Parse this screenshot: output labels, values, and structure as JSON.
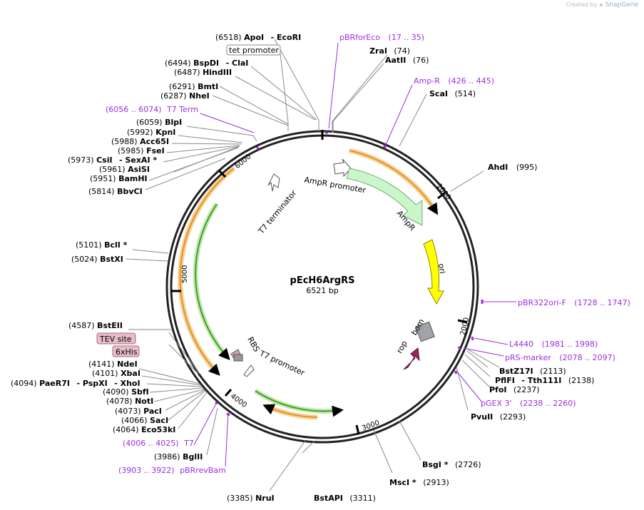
{
  "app": {
    "credit_prefix": "Created by",
    "brand": "SnapGene",
    "logo_icon": "snapgene-logo-icon"
  },
  "plasmid": {
    "name": "pEcH6ArgRS",
    "length": "6521 bp"
  },
  "ticks": [
    "1000",
    "2000",
    "3000",
    "4000",
    "5000",
    "6000"
  ],
  "features": {
    "ampr_promoter": "AmpR promoter",
    "ampr": "AmpR",
    "ori": "ori",
    "bom": "bom",
    "rop": "rop",
    "t7_terminator": "T7 terminator",
    "rbs": "RBS",
    "t7_promoter": "T7 promoter"
  },
  "boxed": {
    "tet_promoter": "tet promoter",
    "tev_site": "TEV site",
    "his6": "6xHis"
  },
  "sites": [
    {
      "pos": "(6518)",
      "name": "ApoI",
      "name2": "- EcoRI"
    },
    {
      "pos": "(74)",
      "name": "ZraI"
    },
    {
      "pos": "(76)",
      "name": "AatII"
    },
    {
      "pos": "(514)",
      "name": "ScaI"
    },
    {
      "pos": "(995)",
      "name": "AhdI"
    },
    {
      "pos": "(6494)",
      "name": "BspDI",
      "name2": "- ClaI"
    },
    {
      "pos": "(6487)",
      "name": "HindIII"
    },
    {
      "pos": "(6291)",
      "name": "BmtI"
    },
    {
      "pos": "(6287)",
      "name": "NheI"
    },
    {
      "pos": "(6059)",
      "name": "BlpI"
    },
    {
      "pos": "(5992)",
      "name": "KpnI"
    },
    {
      "pos": "(5988)",
      "name": "Acc65I"
    },
    {
      "pos": "(5985)",
      "name": "FseI"
    },
    {
      "pos": "(5973)",
      "name": "CsiI",
      "name2": "- SexAI *"
    },
    {
      "pos": "(5961)",
      "name": "AsiSI"
    },
    {
      "pos": "(5951)",
      "name": "BamHI"
    },
    {
      "pos": "(5814)",
      "name": "BbvCI"
    },
    {
      "pos": "(5101)",
      "name": "BclI *"
    },
    {
      "pos": "(5024)",
      "name": "BstXI"
    },
    {
      "pos": "(4587)",
      "name": "BstEII"
    },
    {
      "pos": "(4141)",
      "name": "NdeI"
    },
    {
      "pos": "(4101)",
      "name": "XbaI"
    },
    {
      "pos": "(4094)",
      "name": "PaeR7I",
      "name2": "- PspXI",
      "name3": "- XhoI"
    },
    {
      "pos": "(4090)",
      "name": "SbfI"
    },
    {
      "pos": "(4078)",
      "name": "NotI"
    },
    {
      "pos": "(4073)",
      "name": "PacI"
    },
    {
      "pos": "(4066)",
      "name": "SacI"
    },
    {
      "pos": "(4064)",
      "name": "Eco53kI"
    },
    {
      "pos": "(3986)",
      "name": "BglII"
    },
    {
      "pos": "(3385)",
      "name": "NruI"
    },
    {
      "pos": "(3311)",
      "name": "BstAPI"
    },
    {
      "pos": "(2913)",
      "name": "MscI *"
    },
    {
      "pos": "(2726)",
      "name": "BsgI *"
    },
    {
      "pos": "(2293)",
      "name": "PvuII"
    },
    {
      "pos": "(2237)",
      "name": "PfoI"
    },
    {
      "pos": "(2138)",
      "name": "PflFI",
      "name2": "- Tth111I"
    },
    {
      "pos": "(2113)",
      "name": "BstZ17I"
    }
  ],
  "primers": [
    {
      "name": "pBRforEco",
      "range": "(17 .. 35)"
    },
    {
      "name": "Amp-R",
      "range": "(426 .. 445)"
    },
    {
      "name": "T7 Term",
      "range": "(6056 .. 6074)"
    },
    {
      "name": "pBR322ori-F",
      "range": "(1728 .. 1747)"
    },
    {
      "name": "L4440",
      "range": "(1981 .. 1998)"
    },
    {
      "name": "pRS-marker",
      "range": "(2078 .. 2097)"
    },
    {
      "name": "pGEX 3'",
      "range": "(2238 .. 2260)"
    },
    {
      "name": "T7",
      "range": "(4006 .. 4025)"
    },
    {
      "name": "pBRrevBam",
      "range": "(3903 .. 3922)"
    }
  ],
  "colors": {
    "backbone": "#222222",
    "primer": "#9b2ee0",
    "ampr": "#c9f7c9",
    "ori": "#ffff00",
    "bom": "#a0a4a8",
    "rop": "#9c2560",
    "orf_orange": "#e8901c",
    "orf_green": "#3f9e1e"
  }
}
